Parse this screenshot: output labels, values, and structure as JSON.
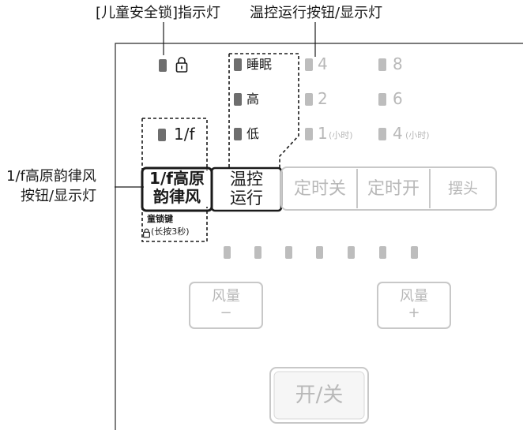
{
  "callouts": {
    "child_lock": "[儿童安全锁]指示灯",
    "thermo_run": "温控运行按钮/显示灯",
    "natural_wind_line1": "1/f高原韵律风",
    "natural_wind_line2": "按钮/显示灯"
  },
  "indicators": {
    "mode_sleep": "睡眠",
    "mode_high": "高",
    "mode_low": "低",
    "one_f": "1/f",
    "timer_4": "4",
    "timer_8": "8",
    "timer_2": "2",
    "timer_6": "6",
    "timer_1": "1",
    "timer_4b": "4",
    "hour_unit_a": "(小时)",
    "hour_unit_b": "(小时)"
  },
  "buttons": {
    "natural_wind_line1": "1/f高原",
    "natural_wind_line2": "韵律风",
    "thermo_run_line1": "温控",
    "thermo_run_line2": "运行",
    "timer_off": "定时关",
    "timer_on": "定时开",
    "swing": "摆头",
    "speed_down_line1": "风量",
    "speed_down_line2": "−",
    "speed_up_line1": "风量",
    "speed_up_line2": "+",
    "power": "开/关"
  },
  "lock_note": {
    "line1": "童锁键",
    "line2": "(长按3秒)"
  },
  "colors": {
    "led_dark": "#6e6e6e",
    "led_light": "#bdbdbd",
    "inactive_text": "#b8b8b8",
    "outline_active": "#1a1a1a",
    "outline_inactive": "#c8c8c8"
  }
}
